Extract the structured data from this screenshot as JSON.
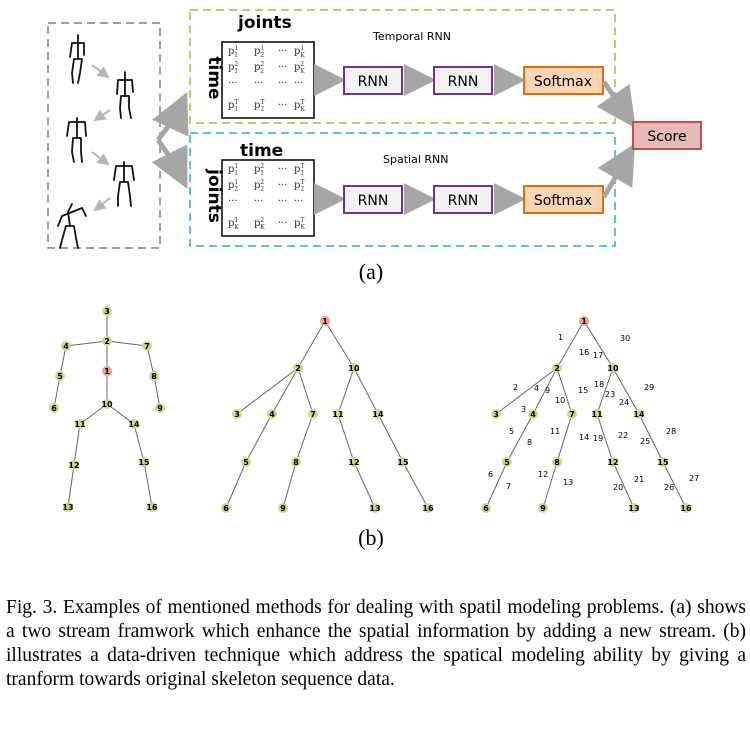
{
  "panel_a": {
    "temporal_stream_label": "Temporal RNN",
    "spatial_stream_label": "Spatial RNN",
    "temporal_matrix": {
      "top_label": "joints",
      "side_label": "time",
      "rows": [
        [
          "p",
          "1",
          "1",
          "p",
          "1",
          "2",
          "···",
          "p",
          "1",
          "K"
        ],
        [
          "p",
          "2",
          "1",
          "p",
          "2",
          "2",
          "···",
          "p",
          "2",
          "K"
        ],
        [
          "···",
          "",
          "",
          "···",
          "",
          "",
          "···",
          "···",
          "",
          ""
        ],
        [
          "p",
          "T",
          "1",
          "p",
          "T",
          "2",
          "···",
          "p",
          "T",
          "K"
        ]
      ]
    },
    "spatial_matrix": {
      "top_label": "time",
      "side_label": "joints",
      "rows": [
        [
          "p",
          "1",
          "1",
          "p",
          "2",
          "1",
          "···",
          "p",
          "T",
          "1"
        ],
        [
          "p",
          "1",
          "2",
          "p",
          "2",
          "2",
          "···",
          "p",
          "T",
          "2"
        ],
        [
          "···",
          "",
          "",
          "···",
          "",
          "",
          "···",
          "···",
          "",
          ""
        ],
        [
          "p",
          "1",
          "K",
          "p",
          "2",
          "K",
          "···",
          "p",
          "T",
          "K"
        ]
      ]
    },
    "rnn_label": "RNN",
    "softmax_label": "Softmax",
    "score_label": "Score",
    "caption": "(a)"
  },
  "panel_b": {
    "caption": "(b)",
    "body_nodes": [
      "1",
      "2",
      "3",
      "4",
      "5",
      "6",
      "7",
      "8",
      "9",
      "10",
      "11",
      "12",
      "13",
      "14",
      "15",
      "16"
    ],
    "tree_nodes": [
      "1",
      "2",
      "10",
      "3",
      "4",
      "7",
      "11",
      "14",
      "5",
      "8",
      "12",
      "15",
      "6",
      "9",
      "13",
      "16"
    ],
    "traversal_nodes": [
      "1",
      "2",
      "10",
      "3",
      "4",
      "7",
      "11",
      "14",
      "5",
      "8",
      "12",
      "15",
      "6",
      "9",
      "13",
      "16"
    ],
    "traversal_steps": [
      "1",
      "2",
      "3",
      "4",
      "5",
      "6",
      "7",
      "8",
      "9",
      "10",
      "11",
      "12",
      "13",
      "14",
      "15",
      "16",
      "17",
      "18",
      "19",
      "20",
      "21",
      "22",
      "23",
      "24",
      "25",
      "26",
      "27",
      "28",
      "29",
      "30"
    ]
  },
  "caption": {
    "text": "Fig. 3.   Examples of mentioned methods for dealing with spatil modeling problems. (a) shows a two stream framwork which enhance the spatial information by adding a new stream. (b) illustrates a data-driven technique which address the spatical modeling ability by giving a tranform towards original skeleton sequence data."
  },
  "colors": {
    "temporal_border": "#8dc63f",
    "spatial_border": "#29a9e1",
    "rnn_border": "#7030a0",
    "softmax_fill": "#fcd5b4",
    "softmax_border": "#e46c0a",
    "score_fill": "#e6b8b7",
    "score_border": "#c0504d",
    "node_green": "#c8dc8c",
    "node_root": "#e8a090",
    "arrow_gray": "#a6a6a6"
  }
}
